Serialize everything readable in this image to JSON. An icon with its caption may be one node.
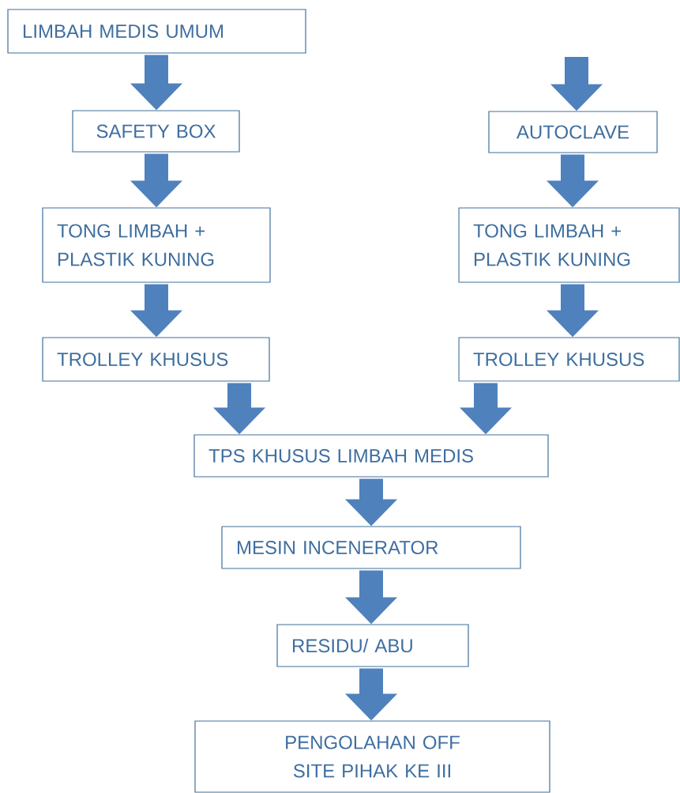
{
  "diagram": {
    "nodes": [
      {
        "text": [
          "LIMBAH MEDIS UMUM"
        ]
      },
      {
        "text": [
          "SAFETY BOX"
        ]
      },
      {
        "text": [
          "TONG LIMBAH + PLASTIK KUNING"
        ]
      },
      {
        "text": [
          "TROLLEY KHUSUS"
        ]
      },
      {
        "text": [
          "AUTOCLAVE"
        ]
      },
      {
        "text": [
          "TONG LIMBAH + PLASTIK KUNING"
        ]
      },
      {
        "text": [
          "TROLLEY KHUSUS"
        ]
      },
      {
        "text": [
          "TPS KHUSUS LIMBAH MEDIS"
        ]
      },
      {
        "text": [
          "MESIN INCENERATOR"
        ]
      },
      {
        "text": [
          "RESIDU/ ABU"
        ]
      },
      {
        "text": [
          "PENGOLAHAN OFF SITE PIHAK KE III"
        ]
      }
    ],
    "edges": [
      {
        "from": 0,
        "to": 1,
        "arrow": "to"
      },
      {
        "from": 1,
        "to": 2,
        "arrow": "to"
      },
      {
        "from": 2,
        "to": 3,
        "arrow": "to"
      },
      {
        "from": null,
        "to": 4,
        "arrow": "to"
      },
      {
        "from": 4,
        "to": 5,
        "arrow": "to"
      },
      {
        "from": 5,
        "to": 6,
        "arrow": "to"
      },
      {
        "from": 3,
        "to": 7,
        "arrow": "to"
      },
      {
        "from": 6,
        "to": 7,
        "arrow": "to"
      },
      {
        "from": 7,
        "to": 8,
        "arrow": "to"
      },
      {
        "from": 8,
        "to": 9,
        "arrow": "to"
      },
      {
        "from": 9,
        "to": 10,
        "arrow": "to"
      }
    ]
  }
}
